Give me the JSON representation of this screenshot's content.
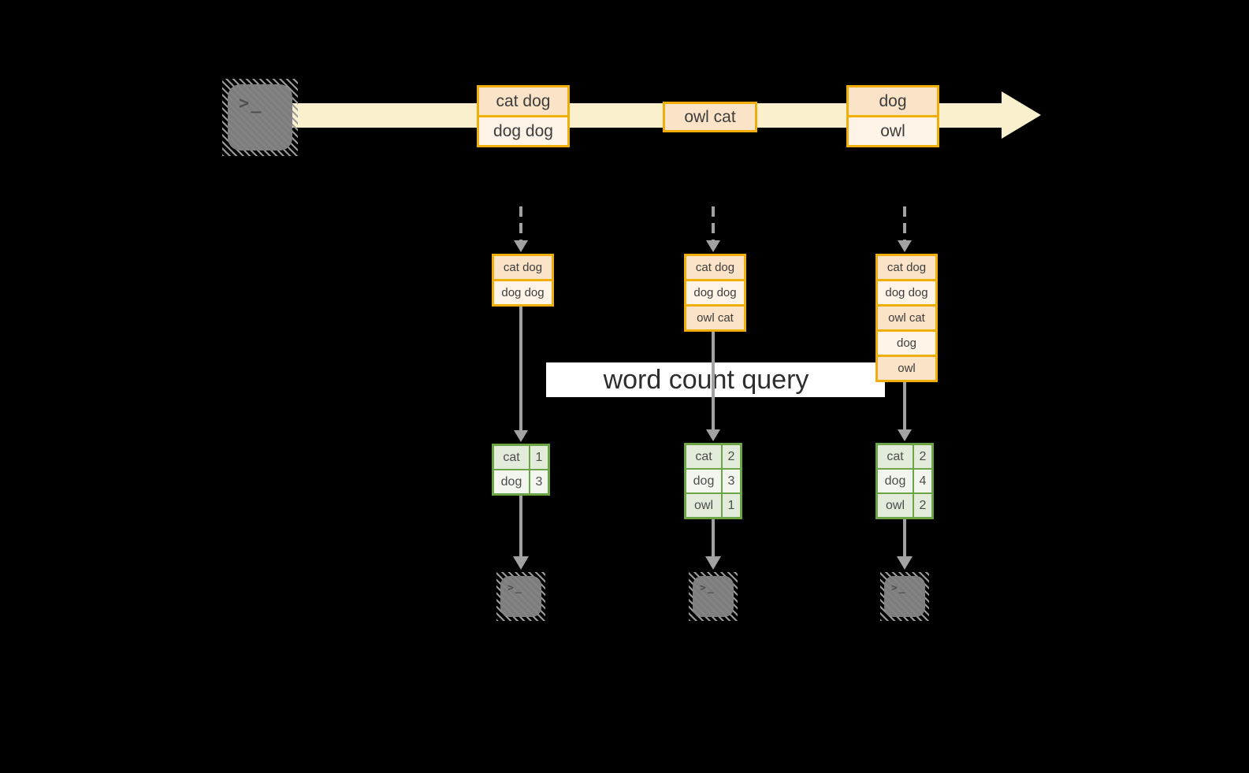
{
  "palette": {
    "background": "#000000",
    "gold_border": "#F0AE0B",
    "record_peach": "#FAE3C6",
    "record_cream": "#FDF3E6",
    "stream_yellow": "#FAF0CE",
    "green_border": "#6CA546",
    "green_cell_dark": "#E3EBDB",
    "green_cell_light": "#F2F6EE",
    "arrow_gray": "#A2A2A2",
    "terminal_gray": "#7D7D7D",
    "query_band_bg": "#FFFFFF",
    "text_dark": "#3D3D3D"
  },
  "terminal_glyph": ">_",
  "query": {
    "label": "word count query"
  },
  "stream_batches": [
    {
      "lines": [
        "cat dog",
        "dog dog"
      ]
    },
    {
      "lines": [
        "owl cat"
      ]
    },
    {
      "lines": [
        "dog",
        "owl"
      ]
    }
  ],
  "micro_batch_inputs": [
    {
      "lines": [
        "cat dog",
        "dog dog"
      ]
    },
    {
      "lines": [
        "cat dog",
        "dog dog",
        "owl cat"
      ]
    },
    {
      "lines": [
        "cat dog",
        "dog dog",
        "owl cat",
        "dog",
        "owl"
      ]
    }
  ],
  "word_count_results": [
    {
      "rows": [
        {
          "word": "cat",
          "count": "1"
        },
        {
          "word": "dog",
          "count": "3"
        }
      ]
    },
    {
      "rows": [
        {
          "word": "cat",
          "count": "2"
        },
        {
          "word": "dog",
          "count": "3"
        },
        {
          "word": "owl",
          "count": "1"
        }
      ]
    },
    {
      "rows": [
        {
          "word": "cat",
          "count": "2"
        },
        {
          "word": "dog",
          "count": "4"
        },
        {
          "word": "owl",
          "count": "2"
        }
      ]
    }
  ]
}
